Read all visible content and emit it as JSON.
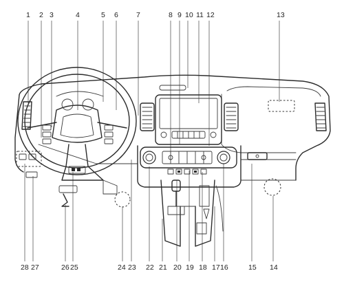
{
  "callouts": {
    "n1": "1",
    "n2": "2",
    "n3": "3",
    "n4": "4",
    "n5": "5",
    "n6": "6",
    "n7": "7",
    "n8": "8",
    "n9": "9",
    "n10": "10",
    "n11": "11",
    "n12": "12",
    "n13": "13",
    "n14": "14",
    "n15": "15",
    "n16": "16",
    "n17": "17",
    "n18": "18",
    "n19": "19",
    "n20": "20",
    "n21": "21",
    "n22": "22",
    "n23": "23",
    "n24": "24",
    "n25": "25",
    "n26": "26",
    "n27": "27",
    "n28": "28"
  },
  "colors": {
    "line": "#2b2b2b",
    "background": "#ffffff"
  }
}
